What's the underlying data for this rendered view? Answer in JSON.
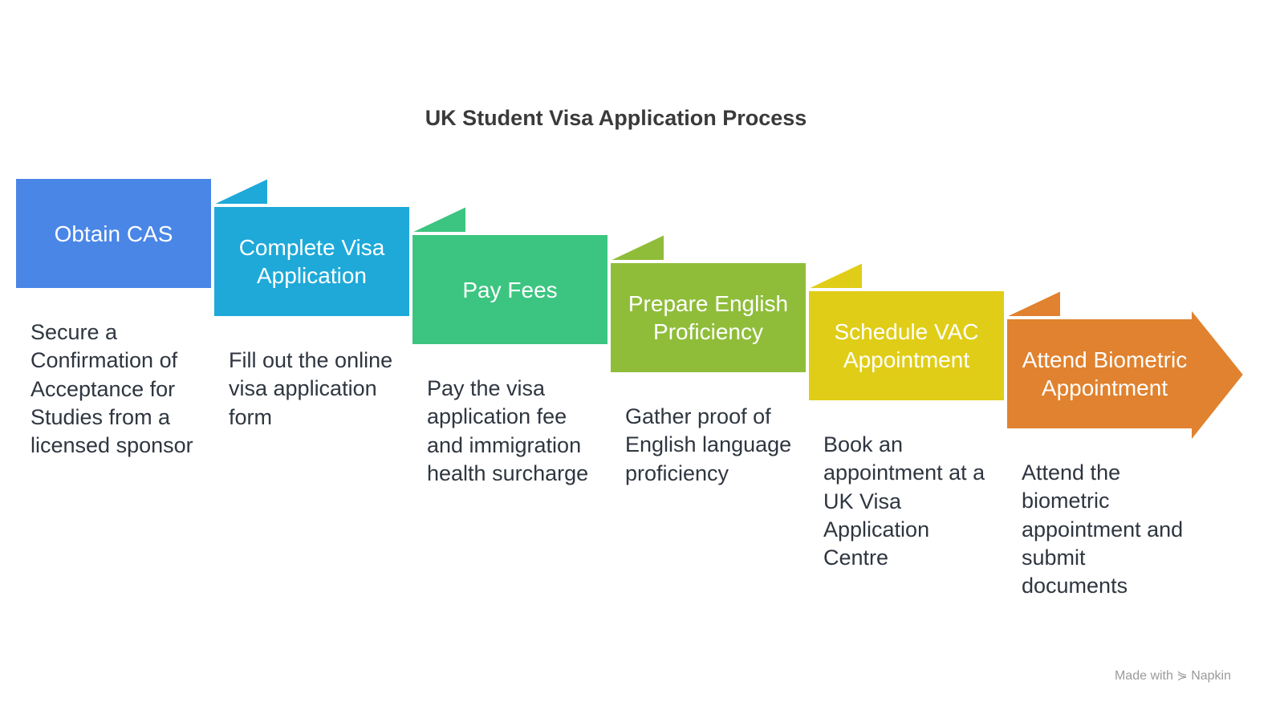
{
  "title": "UK Student Visa Application Process",
  "steps": [
    {
      "label": "Obtain CAS",
      "description": "Secure a Confirmation of Acceptance for Studies from a licensed sponsor",
      "color": "#4a86e6"
    },
    {
      "label": "Complete Visa Application",
      "description": "Fill out the online visa application form",
      "color": "#1ea9d9"
    },
    {
      "label": "Pay Fees",
      "description": "Pay the visa application fee and immigration health surcharge",
      "color": "#3cc580"
    },
    {
      "label": "Prepare English Proficiency",
      "description": "Gather proof of English language proficiency",
      "color": "#8fbd3a"
    },
    {
      "label": "Schedule VAC Appointment",
      "description": "Book an appointment at a UK Visa Application Centre",
      "color": "#e0cd17"
    },
    {
      "label": "Attend Biometric Appointment",
      "description": "Attend the biometric appointment and submit documents",
      "color": "#e0822f"
    }
  ],
  "footer": "Made with ⋟ Napkin"
}
